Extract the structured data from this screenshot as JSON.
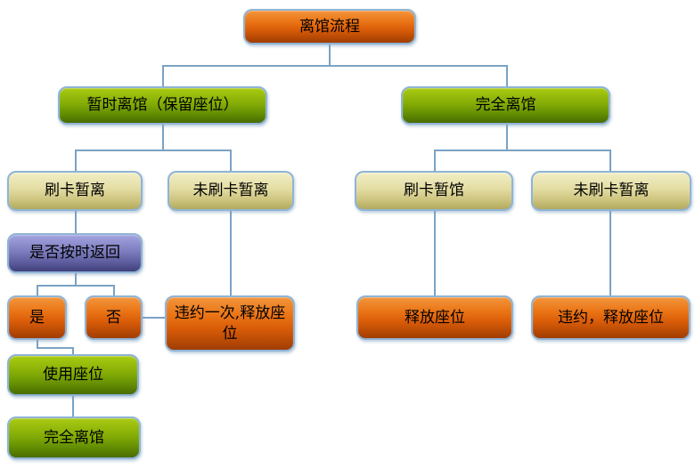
{
  "diagram": {
    "type": "flowchart",
    "title": "离馆流程",
    "colors": {
      "orange_node": "#d95c08",
      "green_node": "#84ac06",
      "khaki_node": "#e3dca2",
      "purple_node": "#7c7cbe",
      "node_border": "#8fb4d6",
      "connector": "#7ba2c4",
      "text": "#000000",
      "background": "#ffffff"
    },
    "nodes": {
      "root": {
        "label": "离馆流程",
        "color": "orange"
      },
      "temp_leave": {
        "label": "暂时离馆（保留座位）",
        "color": "green"
      },
      "full_leave": {
        "label": "完全离馆",
        "color": "green"
      },
      "swipe_left": {
        "label": "刷卡暂离",
        "color": "khaki"
      },
      "noswipe_left": {
        "label": "未刷卡暂离",
        "color": "khaki"
      },
      "swipe_right": {
        "label": "刷卡暂馆",
        "color": "khaki"
      },
      "noswipe_right": {
        "label": "未刷卡暂离",
        "color": "khaki"
      },
      "ontime_decision": {
        "label": "是否按时返回",
        "color": "purple"
      },
      "yes": {
        "label": "是",
        "color": "orange"
      },
      "no": {
        "label": "否",
        "color": "orange"
      },
      "violate_once": {
        "label": "违约一次,释放座位",
        "color": "orange"
      },
      "release_seat": {
        "label": "释放座位",
        "color": "orange"
      },
      "violate_release": {
        "label": "违约，释放座位",
        "color": "orange"
      },
      "use_seat": {
        "label": "使用座位",
        "color": "green"
      },
      "full_leave_end": {
        "label": "完全离馆",
        "color": "green"
      }
    },
    "edges": [
      "离馆流程 -> 暂时离馆（保留座位）",
      "离馆流程 -> 完全离馆",
      "暂时离馆（保留座位） -> 刷卡暂离",
      "暂时离馆（保留座位） -> 未刷卡暂离",
      "完全离馆 -> 刷卡暂馆",
      "完全离馆 -> 未刷卡暂离",
      "刷卡暂离 -> 是否按时返回",
      "是否按时返回 -> 是",
      "是否按时返回 -> 否",
      "否 -> 违约一次,释放座位",
      "未刷卡暂离 -> 违约一次,释放座位",
      "是 -> 使用座位",
      "使用座位 -> 完全离馆",
      "刷卡暂馆 -> 释放座位",
      "未刷卡暂离 -> 违约，释放座位"
    ]
  }
}
